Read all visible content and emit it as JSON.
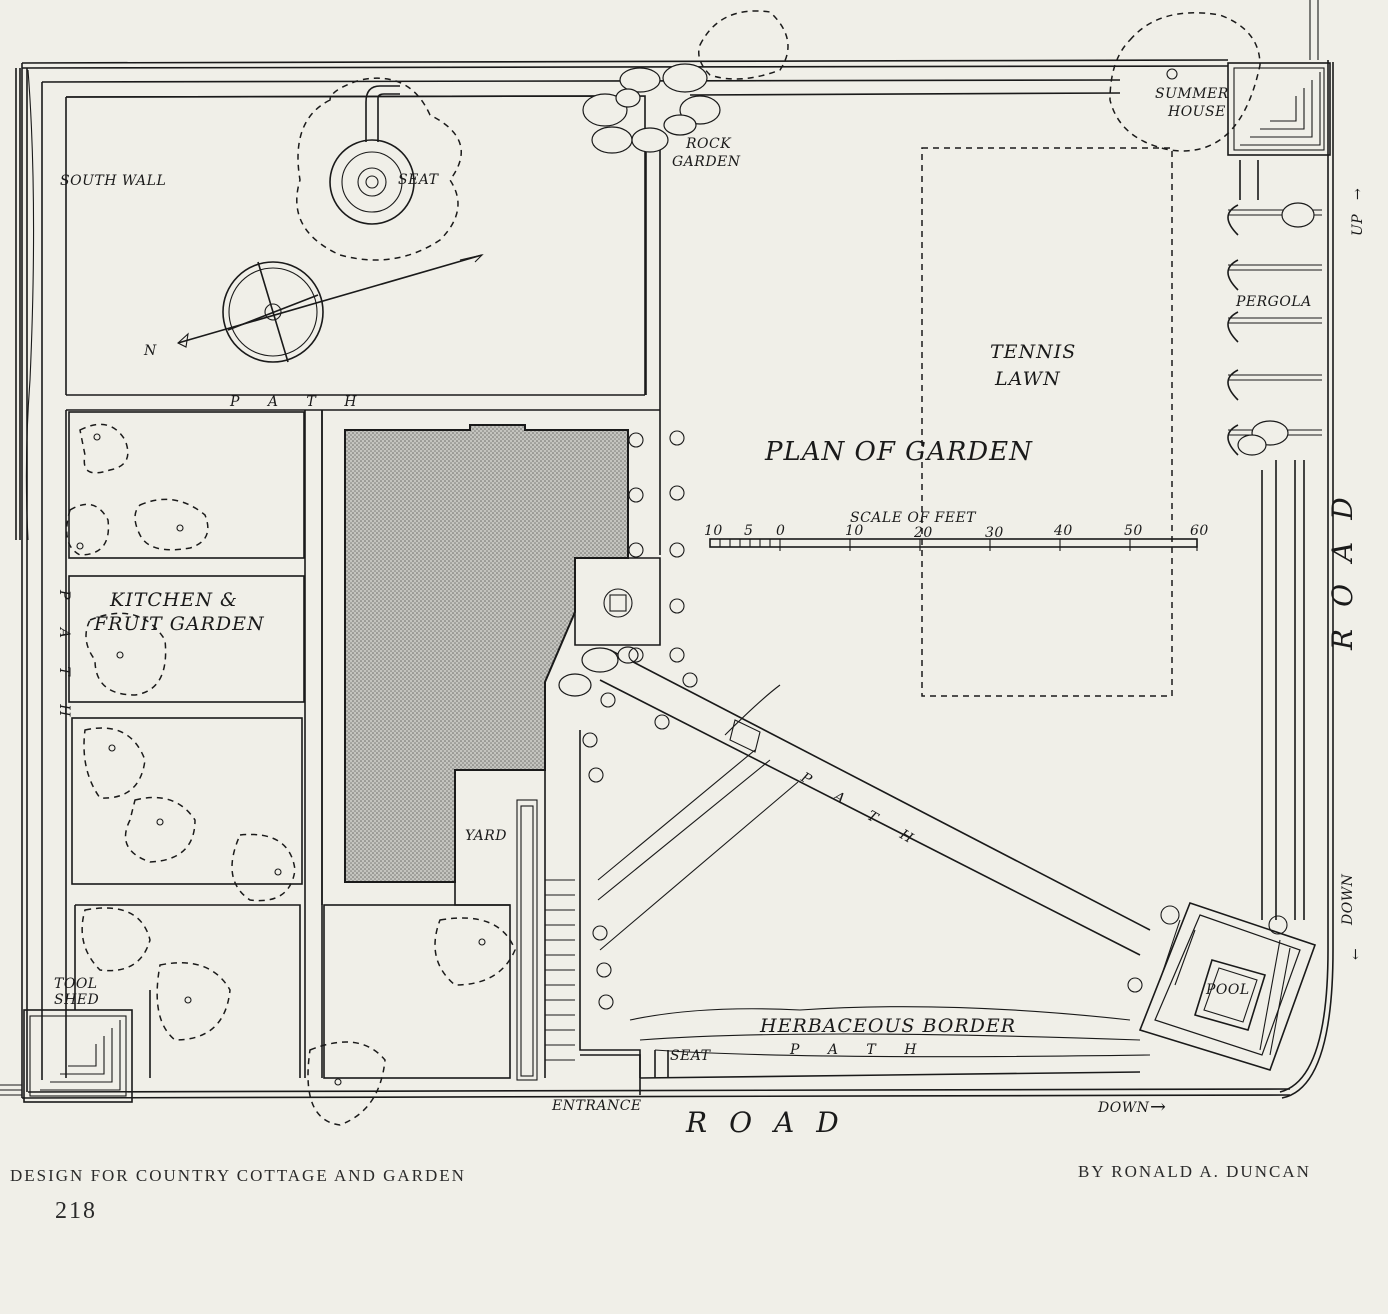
{
  "labels": {
    "south_wall": "SOUTH WALL",
    "seat_top": "SEAT",
    "north": "N",
    "path_top": "P A T H",
    "path_left": "P A T H",
    "rock_garden_1": "ROCK",
    "rock_garden_2": "GARDEN",
    "summer_house_1": "SUMMER",
    "summer_house_2": "HOUSE",
    "tennis_lawn_1": "TENNIS",
    "tennis_lawn_2": "LAWN",
    "plan_title": "PLAN OF GARDEN",
    "scale_title": "SCALE OF FEET",
    "pergola": "PERGOLA",
    "up": "UP",
    "road_right": "ROAD",
    "down_right": "DOWN",
    "kitchen_1": "KITCHEN &",
    "kitchen_2": "FRUIT GARDEN",
    "yard": "YARD",
    "path_diagonal": "P A T H",
    "tool_shed_1": "TOOL",
    "tool_shed_2": "SHED",
    "herbaceous": "HERBACEOUS BORDER",
    "path_bottom": "P A T H",
    "seat_bottom": "SEAT",
    "pool": "POOL",
    "entrance": "ENTRANCE",
    "road_bottom": "ROAD",
    "down_bottom": "DOWN"
  },
  "scale_ticks": [
    "10",
    "5",
    "0",
    "10",
    "20",
    "30",
    "40",
    "50",
    "60"
  ],
  "caption": {
    "left": "DESIGN FOR COUNTRY COTTAGE AND GARDEN",
    "right": "BY RONALD A. DUNCAN",
    "page_number": "218"
  },
  "colors": {
    "paper": "#f0efe8",
    "ink": "#1a1a1a",
    "house_fill": "#b9b9b4"
  }
}
